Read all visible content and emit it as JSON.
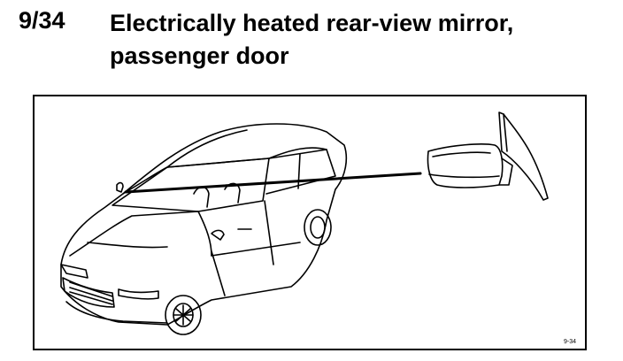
{
  "header": {
    "number": "9/34",
    "title_line1": "Electrically heated rear-view mirror,",
    "title_line2": "passenger door"
  },
  "figure": {
    "label": "9-34",
    "icons": [
      "car-illustration-icon",
      "side-mirror-icon"
    ]
  }
}
